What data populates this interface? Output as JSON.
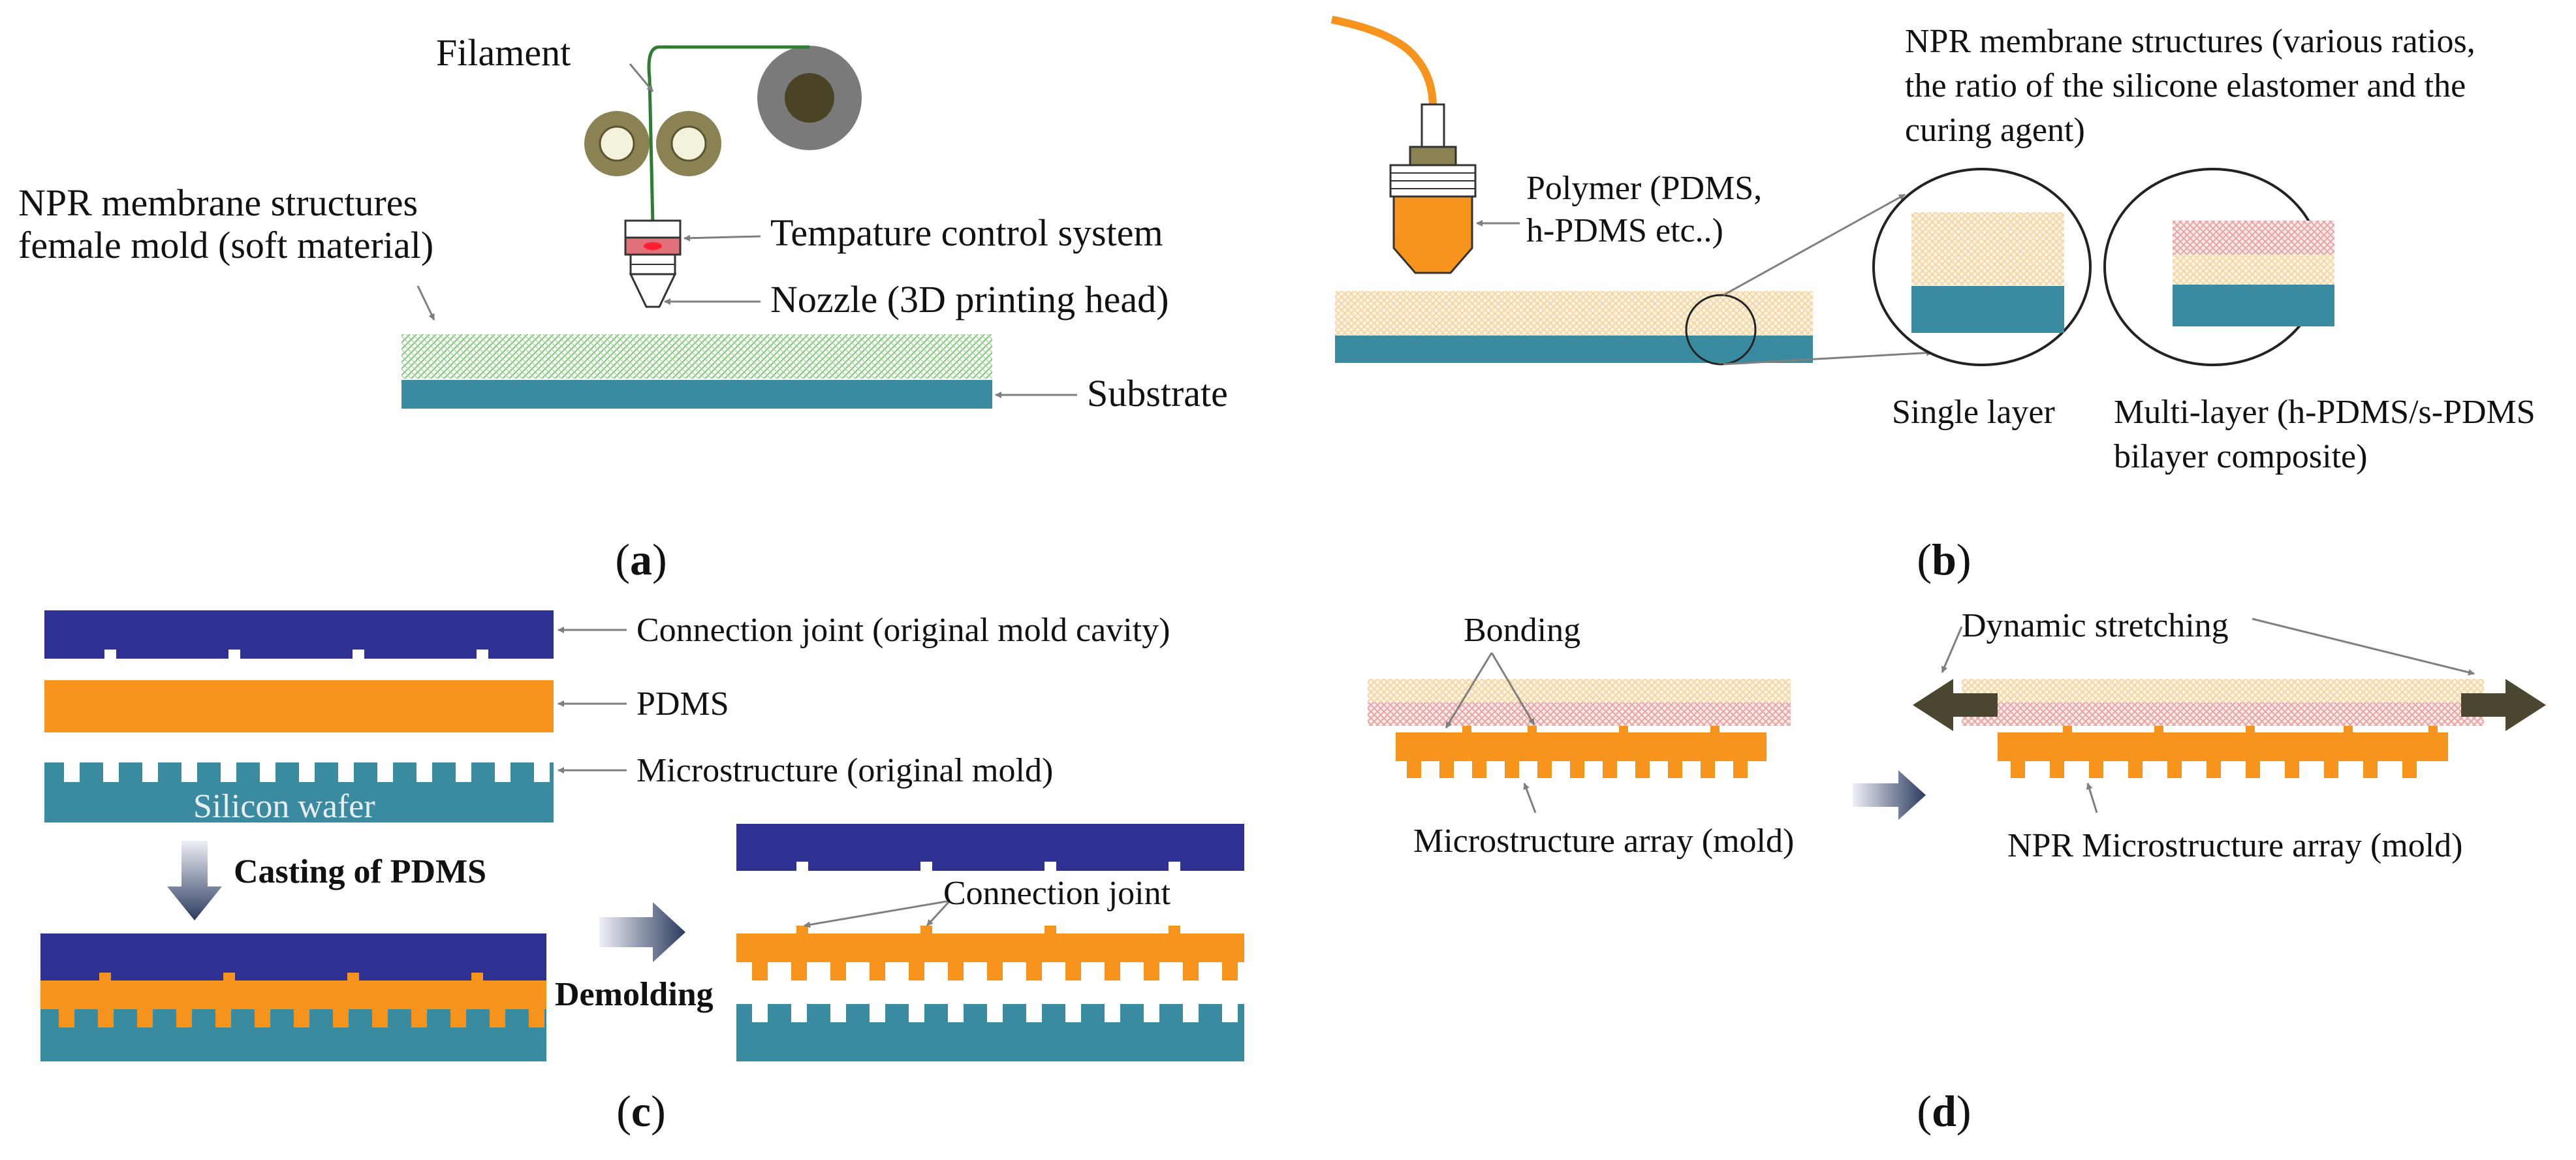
{
  "colors": {
    "teal": "#3a8aa0",
    "navy": "#2e3192",
    "orange": "#f7941d",
    "green_hatch": "#7cc37a",
    "beige_hatch": "#f4d6a6",
    "pink_hatch": "#e8a3a3",
    "arrow_gray": "#7f7f7f",
    "dark_arrow": "#4a4630",
    "spool_gray": "#7a7a7a",
    "spool_core": "#4b4326",
    "roller_olive": "#8a8252",
    "heater_red": "#e0707a"
  },
  "panel_a": {
    "label": "a",
    "filament": "Filament",
    "temp_control": "Tempature control system",
    "nozzle": "Nozzle (3D printing head)",
    "substrate": "Substrate",
    "mold_line1": "NPR membrane structures",
    "mold_line2": "female mold (soft material)"
  },
  "panel_b": {
    "label": "b",
    "title_line1": "NPR membrane structures (various ratios,",
    "title_line2": "the ratio of the silicone elastomer and the",
    "title_line3": "curing agent)",
    "polymer_line1": "Polymer (PDMS,",
    "polymer_line2": "h-PDMS etc..)",
    "single_layer": "Single layer",
    "multi_line1": "Multi-layer (h-PDMS/s-PDMS",
    "multi_line2": "bilayer composite)"
  },
  "panel_c": {
    "label": "c",
    "connection_joint_orig": "Connection joint (original mold cavity)",
    "pdms": "PDMS",
    "microstructure_orig": "Microstructure (original mold)",
    "silicon_wafer": "Silicon wafer",
    "casting": "Casting of PDMS",
    "demolding": "Demolding",
    "connection_joint": "Connection joint"
  },
  "panel_d": {
    "label": "d",
    "bonding": "Bonding",
    "microstructure_array": "Microstructure array (mold)",
    "dynamic_stretching": "Dynamic stretching",
    "npr_array": "NPR Microstructure array (mold)"
  }
}
